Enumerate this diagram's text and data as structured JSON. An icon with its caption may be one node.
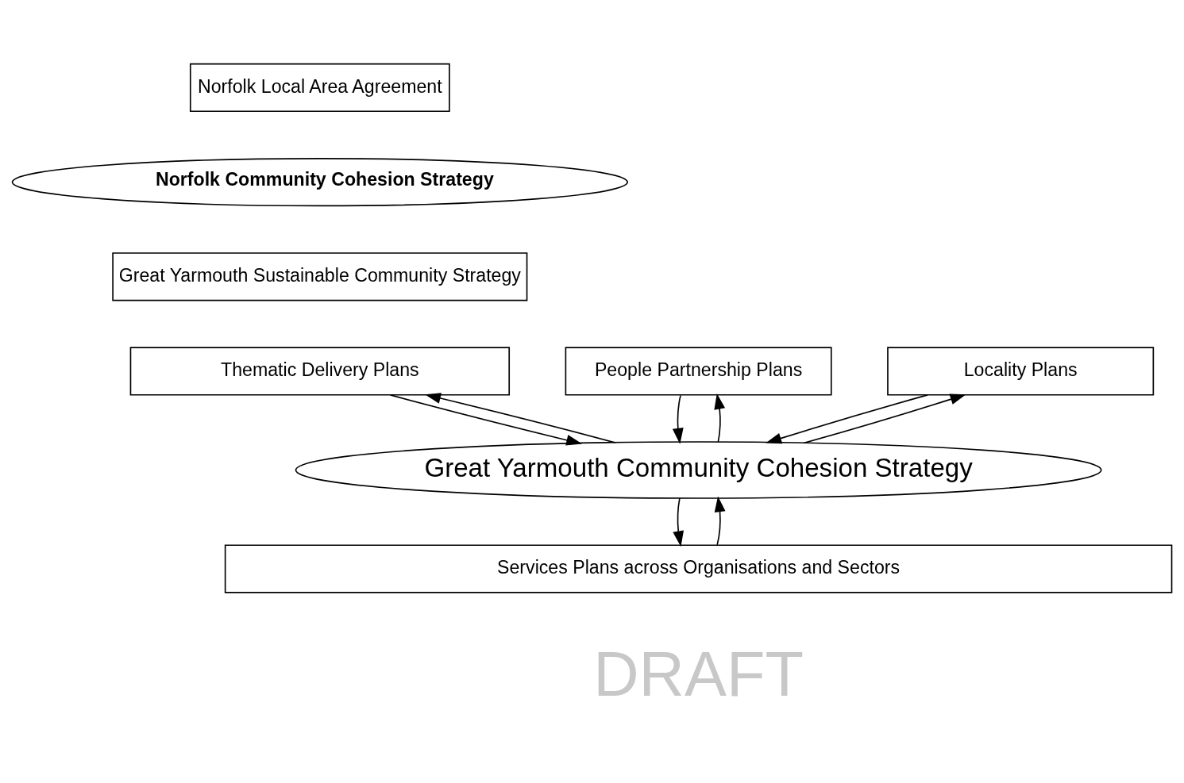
{
  "diagram": {
    "nodes": [
      {
        "text": [
          "Norfolk Local Area Agreement"
        ]
      },
      {
        "text": [
          "Norfolk Community Cohesion Strategy"
        ]
      },
      {
        "text": [
          "Great Yarmouth Sustainable Community Strategy"
        ]
      },
      {
        "text": [
          "Thematic Delivery Plans"
        ]
      },
      {
        "text": [
          "People Partnership Plans"
        ]
      },
      {
        "text": [
          "Locality Plans"
        ]
      },
      {
        "text": [
          "Great Yarmouth Community Cohesion Strategy"
        ]
      },
      {
        "text": [
          "Services Plans across Organisations and Sectors"
        ]
      }
    ],
    "edges": [
      {
        "from": 3,
        "to": 6,
        "arrow": "to"
      },
      {
        "from": 6,
        "to": 3,
        "arrow": "to"
      },
      {
        "from": 6,
        "to": 4,
        "arrow": "to"
      },
      {
        "from": 4,
        "to": 6,
        "arrow": "to"
      },
      {
        "from": 6,
        "to": 5,
        "arrow": "to"
      },
      {
        "from": 5,
        "to": 6,
        "arrow": "to"
      },
      {
        "from": 6,
        "to": 7,
        "arrow": "to"
      },
      {
        "from": 7,
        "to": 6,
        "arrow": "to"
      }
    ],
    "labels": [
      "DRAFT"
    ]
  }
}
